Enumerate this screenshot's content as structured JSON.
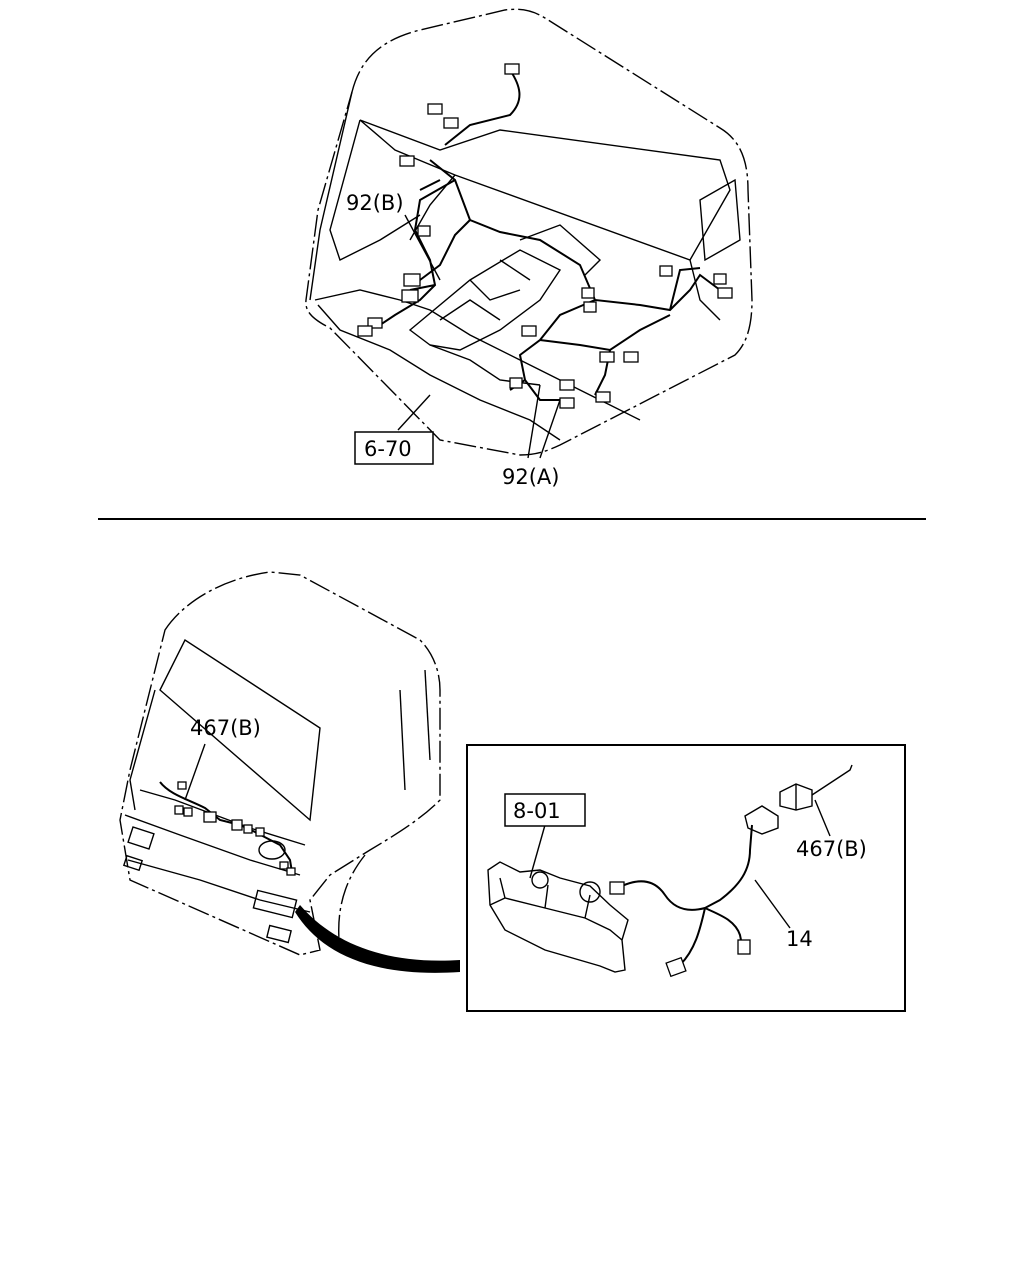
{
  "labels": {
    "top_92b": "92(B)",
    "top_670": "6-70",
    "top_92a": "92(A)",
    "bottom_467b_left": "467(B)",
    "bottom_801": "8-01",
    "bottom_467b_right": "467(B)",
    "bottom_14": "14"
  },
  "colors": {
    "line": "#000000",
    "background": "#ffffff"
  }
}
